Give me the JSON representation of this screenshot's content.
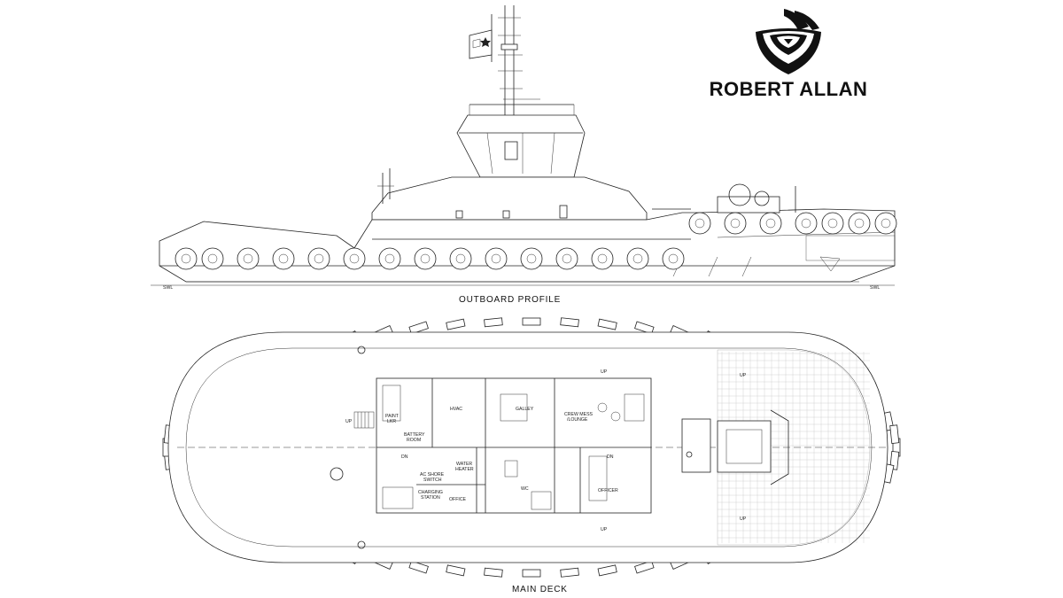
{
  "brand": {
    "name": "ROBERT ALLAN"
  },
  "views": {
    "outboard_profile": "OUTBOARD PROFILE",
    "main_deck": "MAIN DECK"
  },
  "waterline": {
    "left": "SWL",
    "right": "SWL"
  },
  "rooms": {
    "paint_lkr_1": "PAINT",
    "paint_lkr_2": "LKR",
    "battery_1": "BATTERY",
    "battery_2": "ROOM",
    "hvac": "HVAC",
    "galley": "GALLEY",
    "crew_mess_1": "CREW MESS",
    "crew_mess_2": "/LOUNGE",
    "ac_shore_1": "AC SHORE",
    "ac_shore_2": "SWITCH",
    "water_heater_1": "WATER",
    "water_heater_2": "HEATER",
    "charging_1": "CHARGING",
    "charging_2": "STATION",
    "office": "OFFICE",
    "wc": "WC",
    "officer": "OFFICER"
  },
  "markers": {
    "up": "UP",
    "dn": "DN"
  }
}
